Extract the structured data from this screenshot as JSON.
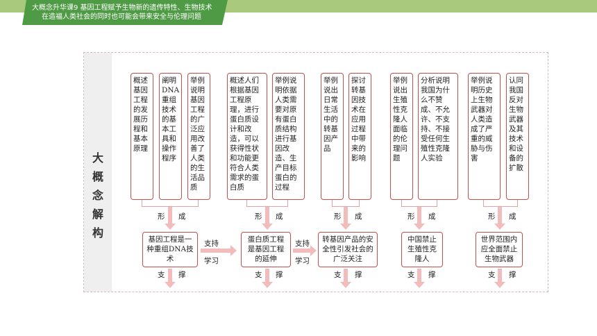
{
  "header": {
    "line1": "大概念升华课9    基因工程赋予生物新的遗传特性、生物技术",
    "line2": "在造福人类社会的同时也可能会带来安全与伦理问题"
  },
  "side_title": [
    "大",
    "概",
    "念",
    "解",
    "构"
  ],
  "groups": [
    {
      "boxes": [
        "概述基因工程的发展历程和基本原理",
        "阐明DNA重组技术的基本工具和操作程序",
        "举例说明基因工程的广泛应用改善了人类的生活品质"
      ],
      "form_label": [
        "形",
        "成"
      ],
      "result": "基因工程是一种重组DNA技术",
      "support_label": [
        "支",
        "撑"
      ]
    },
    {
      "boxes": [
        "概述人们根据基因工程原理，进行蛋白质设计和改造，可以获得性状和功能更符合人类需求的蛋白质",
        "举例说明依据人类需要对原有蛋白质结构进行基因改造、生产目标蛋白的过程"
      ],
      "form_label": [
        "形",
        "成"
      ],
      "result": "蛋白质工程是基因工程的延伸",
      "support_label": [
        "支",
        "撑"
      ]
    },
    {
      "boxes": [
        "举例说出日常生活中的转基因产品",
        "探讨转基因技术在应用过程中带来的影响"
      ],
      "form_label": [
        "形",
        "成"
      ],
      "result": "转基因产品的安全性引发社会的广泛关注",
      "support_label": [
        "支",
        "撑"
      ]
    },
    {
      "boxes": [
        "举例说出生殖性克隆人面临的伦理问题",
        "分析说明我国为什么不赞成、不允许、不支持、不接受任何生殖性克隆人实验"
      ],
      "form_label": [
        "形",
        "成"
      ],
      "result": "中国禁止生殖性克隆人",
      "support_label": [
        "支",
        "撑"
      ]
    },
    {
      "boxes": [
        "举例说明历史上生物武器对人类造成了严重的威胁与伤害",
        "认同我国反对生物武器及其技术和设备的扩散"
      ],
      "form_label": [
        "形",
        "成"
      ],
      "result": "世界范围内应全面禁止生物武器",
      "support_label": [
        "支",
        "撑"
      ]
    }
  ],
  "links": [
    {
      "top": "支持",
      "bottom": "学习"
    },
    {
      "top": "支持",
      "bottom": "学习"
    }
  ]
}
